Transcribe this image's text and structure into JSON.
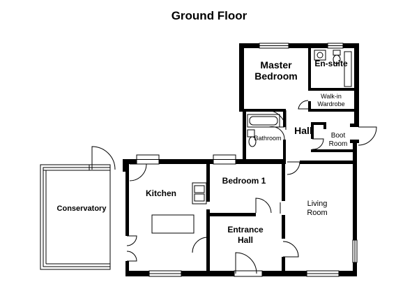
{
  "title": "Ground Floor",
  "rooms": {
    "master_bedroom": [
      "Master",
      "Bedroom"
    ],
    "en_suite": "En-suite",
    "walk_in_wardrobe": [
      "Walk-in",
      "Wardrobe"
    ],
    "hall": "Hall",
    "boot_room": [
      "Boot",
      "Room"
    ],
    "bathroom": "Bathroom",
    "kitchen": "Kitchen",
    "bedroom_1": "Bedroom 1",
    "living_room": [
      "Living",
      "Room"
    ],
    "entrance_hall": [
      "Entrance",
      "Hall"
    ],
    "conservatory": "Conservatory"
  }
}
